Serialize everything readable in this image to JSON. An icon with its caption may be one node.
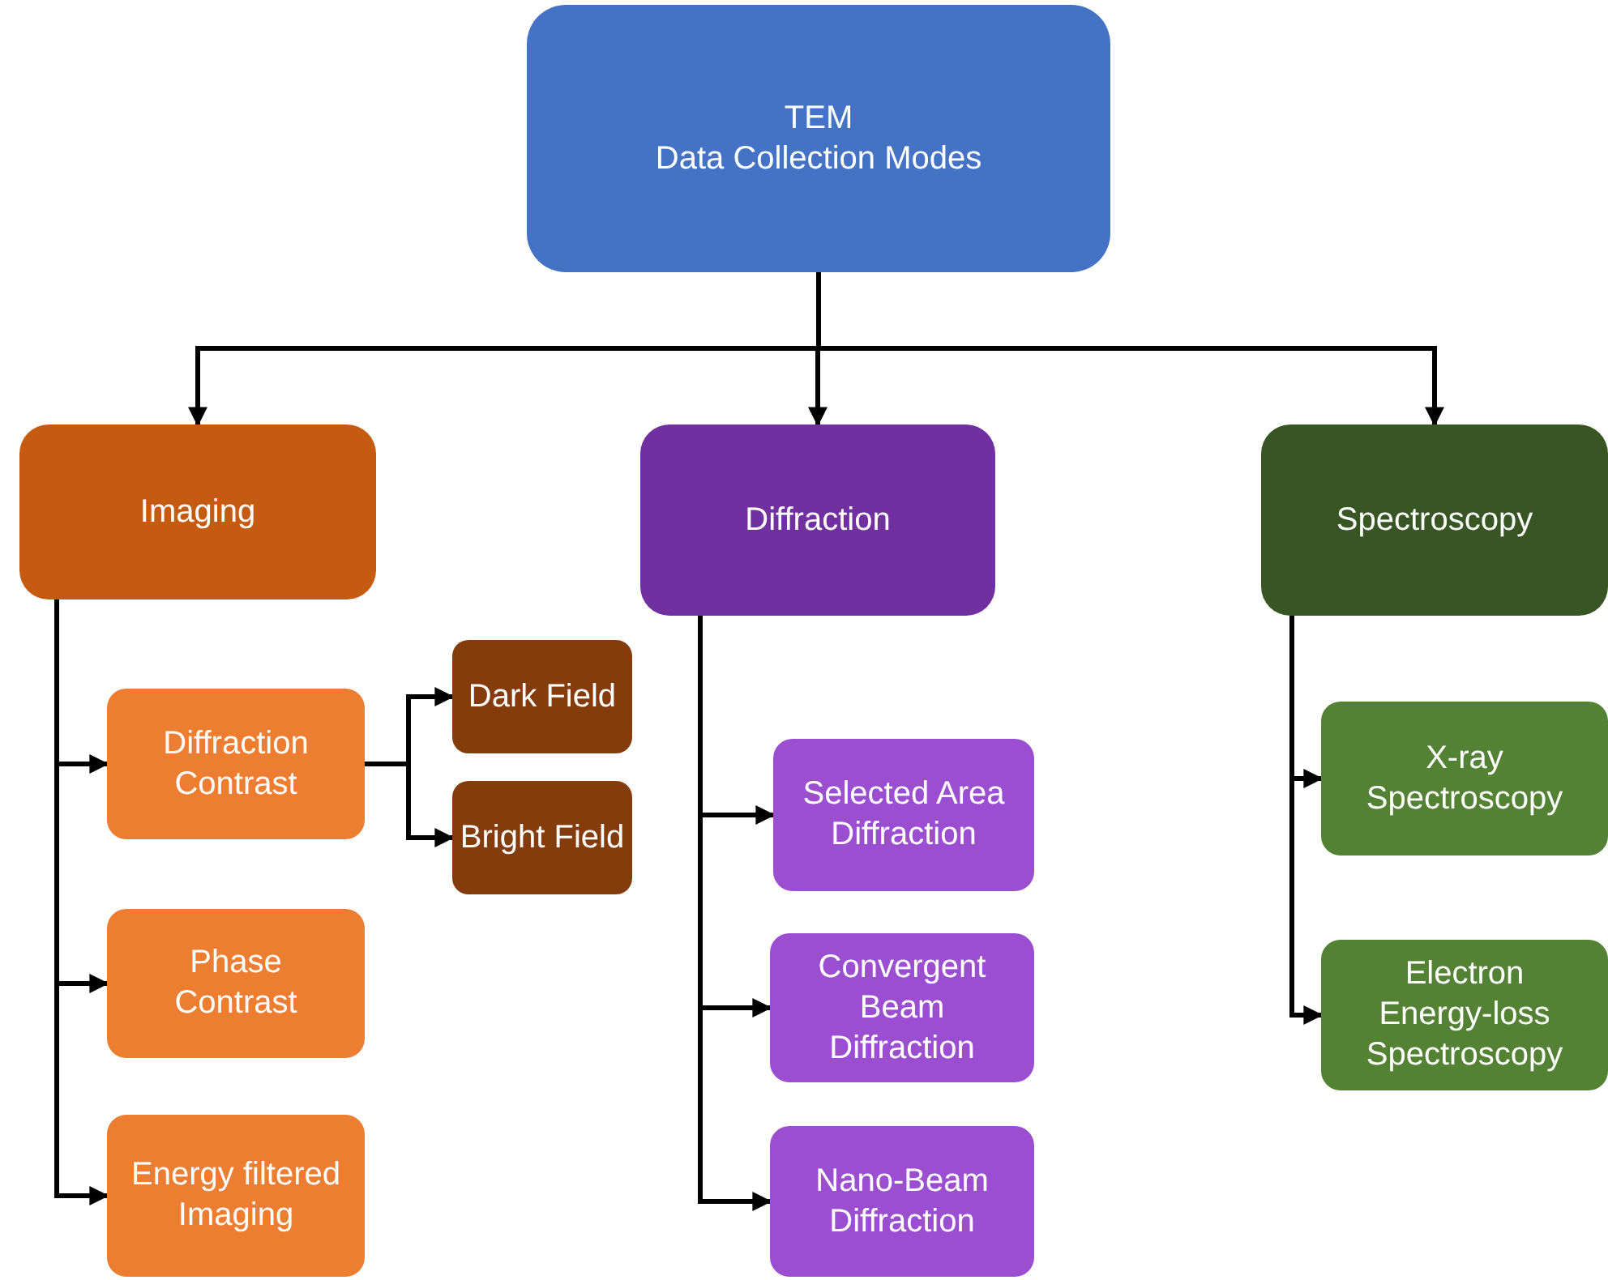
{
  "diagram": {
    "nodes": [
      {
        "text": [
          "TEM",
          "Data Collection Modes"
        ]
      },
      {
        "text": [
          "Imaging"
        ]
      },
      {
        "text": [
          "Diffraction"
        ]
      },
      {
        "text": [
          "Spectroscopy"
        ]
      },
      {
        "text": [
          "Diffraction Contrast"
        ]
      },
      {
        "text": [
          "Dark Field"
        ]
      },
      {
        "text": [
          "Bright Field"
        ]
      },
      {
        "text": [
          "Phase Contrast"
        ]
      },
      {
        "text": [
          "Energy filtered Imaging"
        ]
      },
      {
        "text": [
          "Selected Area Diffraction"
        ]
      },
      {
        "text": [
          "Convergent Beam Diffraction"
        ]
      },
      {
        "text": [
          "Nano-Beam Diffraction"
        ]
      },
      {
        "text": [
          "X-ray Spectroscopy"
        ]
      },
      {
        "text": [
          "Electron Energy-loss Spectroscopy"
        ]
      }
    ],
    "edges": [
      {
        "from": 0,
        "to": 1,
        "arrow": "to"
      },
      {
        "from": 0,
        "to": 2,
        "arrow": "to"
      },
      {
        "from": 0,
        "to": 3,
        "arrow": "to"
      },
      {
        "from": 1,
        "to": 4,
        "arrow": "to"
      },
      {
        "from": 1,
        "to": 7,
        "arrow": "to"
      },
      {
        "from": 1,
        "to": 8,
        "arrow": "to"
      },
      {
        "from": 4,
        "to": 5,
        "arrow": "to"
      },
      {
        "from": 4,
        "to": 6,
        "arrow": "to"
      },
      {
        "from": 2,
        "to": 9,
        "arrow": "to"
      },
      {
        "from": 2,
        "to": 10,
        "arrow": "to"
      },
      {
        "from": 2,
        "to": 11,
        "arrow": "to"
      },
      {
        "from": 3,
        "to": 12,
        "arrow": "to"
      },
      {
        "from": 3,
        "to": 13,
        "arrow": "to"
      }
    ]
  }
}
